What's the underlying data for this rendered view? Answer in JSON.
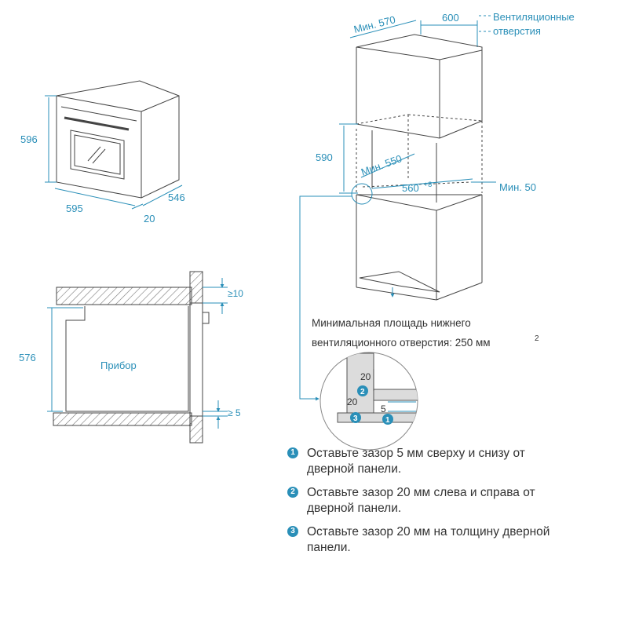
{
  "oven_view": {
    "height": "596",
    "width": "595",
    "depth": "546",
    "door_thickness": "20"
  },
  "section_view": {
    "appliance_label": "Прибор",
    "height": "576",
    "top_gap": "≥10",
    "bottom_gap": "≥ 5"
  },
  "cabinet_view": {
    "min_depth": "Мин. 570",
    "depth": "600",
    "vent_label_line1": "Вентиляционные",
    "vent_label_line2": "отверстия",
    "niche_height": "590",
    "niche_depth": "Мин. 550",
    "niche_width": "560",
    "niche_width_tol": "+8",
    "min_side": "Мин. 50",
    "bottom_vent_line1": "Минимальная площадь нижнего",
    "bottom_vent_line2": "вентиляционного отверстия: 250 мм",
    "bottom_vent_sup": "2"
  },
  "detail_view": {
    "gap_top": "20",
    "gap_side": "20",
    "gap_small": "5",
    "marker_1": "1",
    "marker_2": "2",
    "marker_3": "3"
  },
  "notes": [
    {
      "num": "1",
      "text_line1": "Оставьте зазор 5 мм сверху и снизу от",
      "text_line2": "дверной панели."
    },
    {
      "num": "2",
      "text_line1": "Оставьте зазор 20 мм слева и справа от",
      "text_line2": "дверной панели."
    },
    {
      "num": "3",
      "text_line1": "Оставьте зазор 20 мм на толщину дверной",
      "text_line2": "панели."
    }
  ],
  "colors": {
    "accent": "#2a8fb8",
    "line": "#444444"
  }
}
